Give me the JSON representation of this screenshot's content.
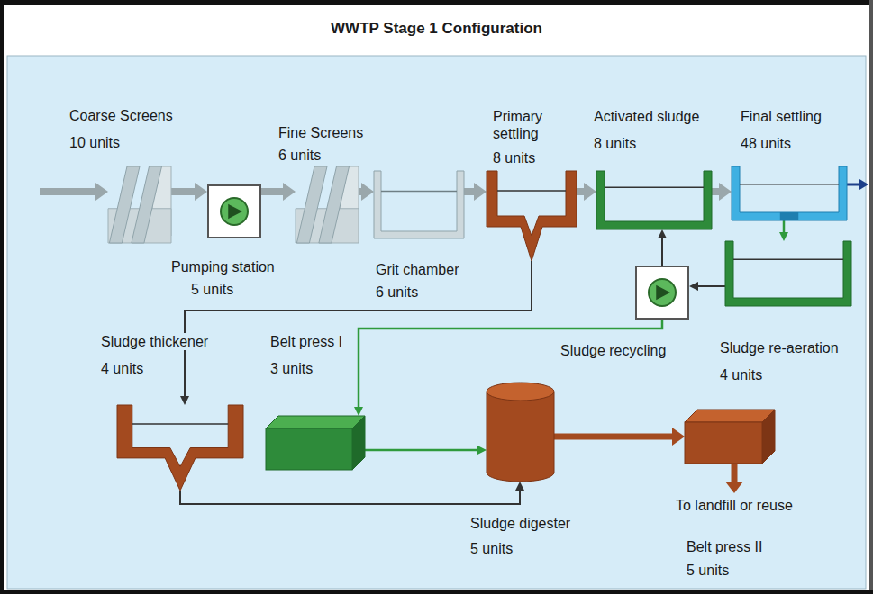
{
  "diagram": {
    "title": "WWTP Stage 1 Configuration",
    "nodes": [
      {
        "text": [
          "Coarse Screens",
          "10 units"
        ]
      },
      {
        "text": [
          "Pumping station",
          "5 units"
        ]
      },
      {
        "text": [
          "Fine Screens",
          "6 units"
        ]
      },
      {
        "text": [
          "Grit chamber",
          "6 units"
        ]
      },
      {
        "text": [
          "Primary settling",
          "8 units"
        ]
      },
      {
        "text": [
          "Activated sludge",
          "8 units"
        ]
      },
      {
        "text": [
          "Final settling",
          "48 units"
        ]
      },
      {
        "text": [
          "Sludge re-aeration",
          "4 units"
        ]
      },
      {
        "text": [
          "Sludge recycling"
        ]
      },
      {
        "text": [
          "Sludge thickener",
          "4 units"
        ]
      },
      {
        "text": [
          "Belt press I",
          "3 units"
        ]
      },
      {
        "text": [
          "Sludge digester",
          "5 units"
        ]
      },
      {
        "text": [
          "Belt press II",
          "5 units"
        ]
      }
    ],
    "edges": [
      {
        "from": 0,
        "to": 1,
        "arrow": "to"
      },
      {
        "from": 1,
        "to": 2,
        "arrow": "to"
      },
      {
        "from": 2,
        "to": 3,
        "arrow": "to"
      },
      {
        "from": 3,
        "to": 4,
        "arrow": "to"
      },
      {
        "from": 4,
        "to": 5,
        "arrow": "to"
      },
      {
        "from": 5,
        "to": 6,
        "arrow": "to"
      },
      {
        "from": 6,
        "to": 7,
        "arrow": "to"
      },
      {
        "from": 7,
        "to": 8,
        "arrow": "to"
      },
      {
        "from": 8,
        "to": 5,
        "arrow": "to"
      },
      {
        "from": 8,
        "to": 10,
        "arrow": "to"
      },
      {
        "from": 4,
        "to": 9,
        "arrow": "to"
      },
      {
        "from": 9,
        "to": 11,
        "arrow": "to"
      },
      {
        "from": 10,
        "to": 11,
        "arrow": "to"
      },
      {
        "from": 11,
        "to": 12,
        "arrow": "to"
      }
    ],
    "labels": [
      "To landfill or reuse"
    ]
  }
}
